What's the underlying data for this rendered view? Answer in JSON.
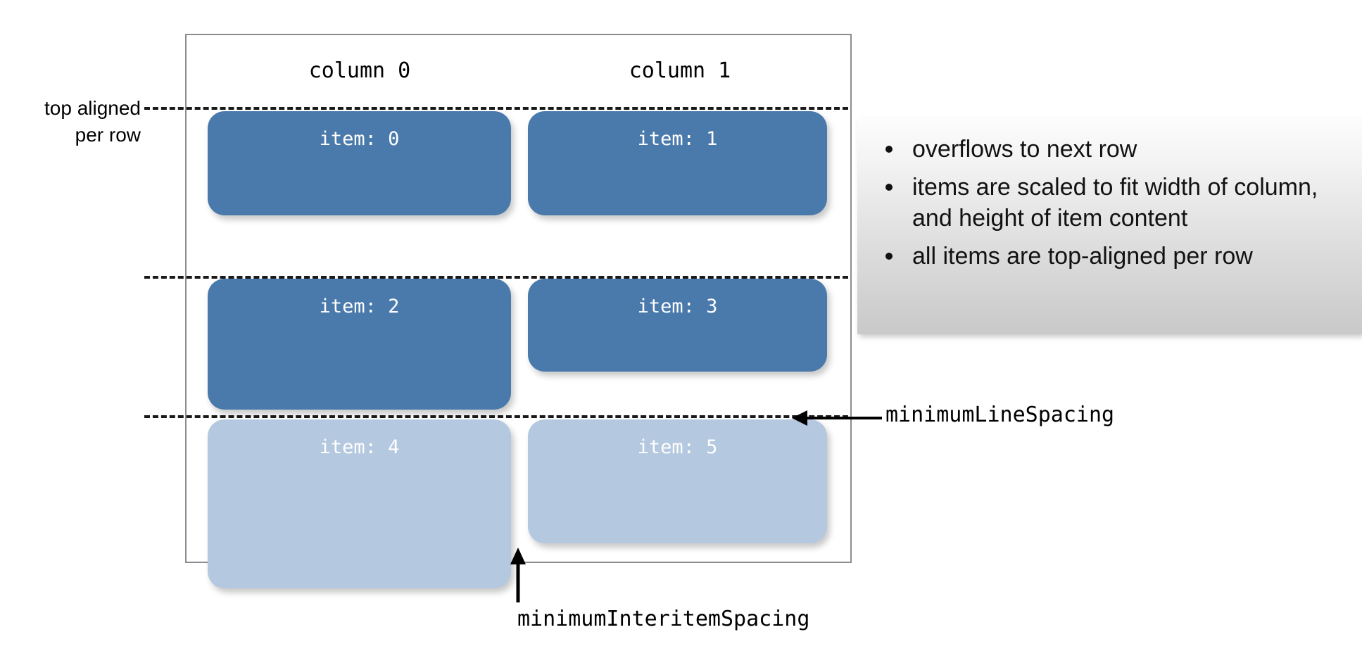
{
  "diagram": {
    "title_context": "UICollectionView flow layout diagram",
    "frame": {
      "border_color": "#8d8d91"
    },
    "columns": [
      {
        "label": "column 0"
      },
      {
        "label": "column 1"
      }
    ],
    "left_annotation": {
      "line1": "top aligned",
      "line2": "per row"
    },
    "items": [
      {
        "label": "item: 0",
        "style": "dark",
        "color": "#4a7aab"
      },
      {
        "label": "item: 1",
        "style": "dark",
        "color": "#4a7aab"
      },
      {
        "label": "item: 2",
        "style": "dark",
        "color": "#4a7aab"
      },
      {
        "label": "item: 3",
        "style": "dark",
        "color": "#4a7aab"
      },
      {
        "label": "item: 4",
        "style": "light",
        "color": "#b4c8df"
      },
      {
        "label": "item: 5",
        "style": "light",
        "color": "#b4c8df"
      }
    ],
    "callouts": {
      "line_spacing": "minimumLineSpacing",
      "interitem_spacing": "minimumInteritemSpacing"
    },
    "notes_panel": {
      "bullets": [
        "overflows to next row",
        "items are scaled to fit width of column, and height of item content",
        "all items are top-aligned per row"
      ]
    }
  }
}
